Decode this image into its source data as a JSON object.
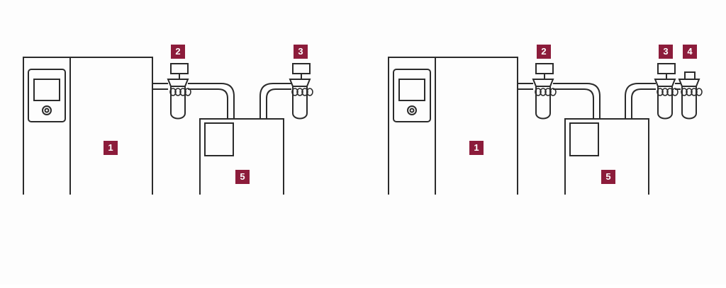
{
  "diagrams": [
    {
      "labels": {
        "unit1": "1",
        "unit2": "2",
        "unit3": "3",
        "unit5": "5"
      }
    },
    {
      "labels": {
        "unit1": "1",
        "unit2": "2",
        "unit3": "3",
        "unit4": "4",
        "unit5": "5"
      }
    }
  ],
  "colors": {
    "line": "#2b2b2b",
    "badge": "#8c1c3b",
    "badge_text": "#ffffff",
    "background": "#fdfdfd"
  }
}
